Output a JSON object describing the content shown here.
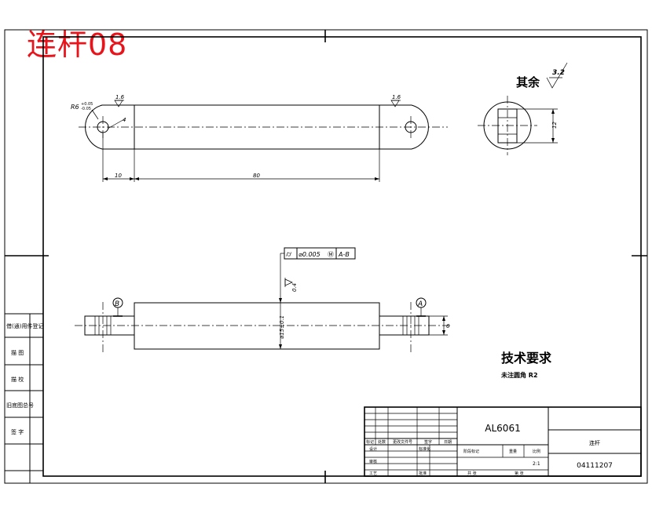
{
  "watermark_title": "连杆08",
  "surface_finish": {
    "label": "其余",
    "value": "3.2"
  },
  "top_view": {
    "finish_left": "1.6",
    "finish_right": "1.6",
    "radius_note": "R6",
    "radius_upper_tol": "+0.05",
    "radius_lower_tol": "-0.05",
    "hole_diameter": "4",
    "dim_left": "10",
    "dim_body": "80"
  },
  "side_view": {
    "width_dim": "12"
  },
  "front_view": {
    "tolerance_frame": {
      "symbol": "⌭",
      "value": "⌀0.005",
      "modifier": "Ⓜ",
      "datum": "A-B"
    },
    "finish_body": "0.4",
    "diameter_dim": "⌀15±0.1",
    "datum_left": "B",
    "datum_right": "A",
    "end_dim": "6"
  },
  "technical_requirements": {
    "heading": "技术要求",
    "note": "未注圆角 R2"
  },
  "title_block": {
    "material": "AL6061",
    "part_name": "连杆",
    "drawing_number": "04111207",
    "scale": "2:1",
    "row_labels": [
      "标记",
      "处数",
      "更改文件号",
      "签字",
      "日期"
    ],
    "designer_label": "设计",
    "standardization_label": "标准化",
    "checker_label": "审核",
    "process_label": "工艺",
    "approve_label": "批准",
    "stage_label": "阶段标记",
    "weight_label": "重量",
    "scale_label": "比例",
    "sheet_total_label": "共 张",
    "sheet_label": "第 张"
  },
  "left_sidebar": [
    "借(通)用件登记",
    "描 图",
    "描 校",
    "旧底图总号",
    "签 字"
  ]
}
